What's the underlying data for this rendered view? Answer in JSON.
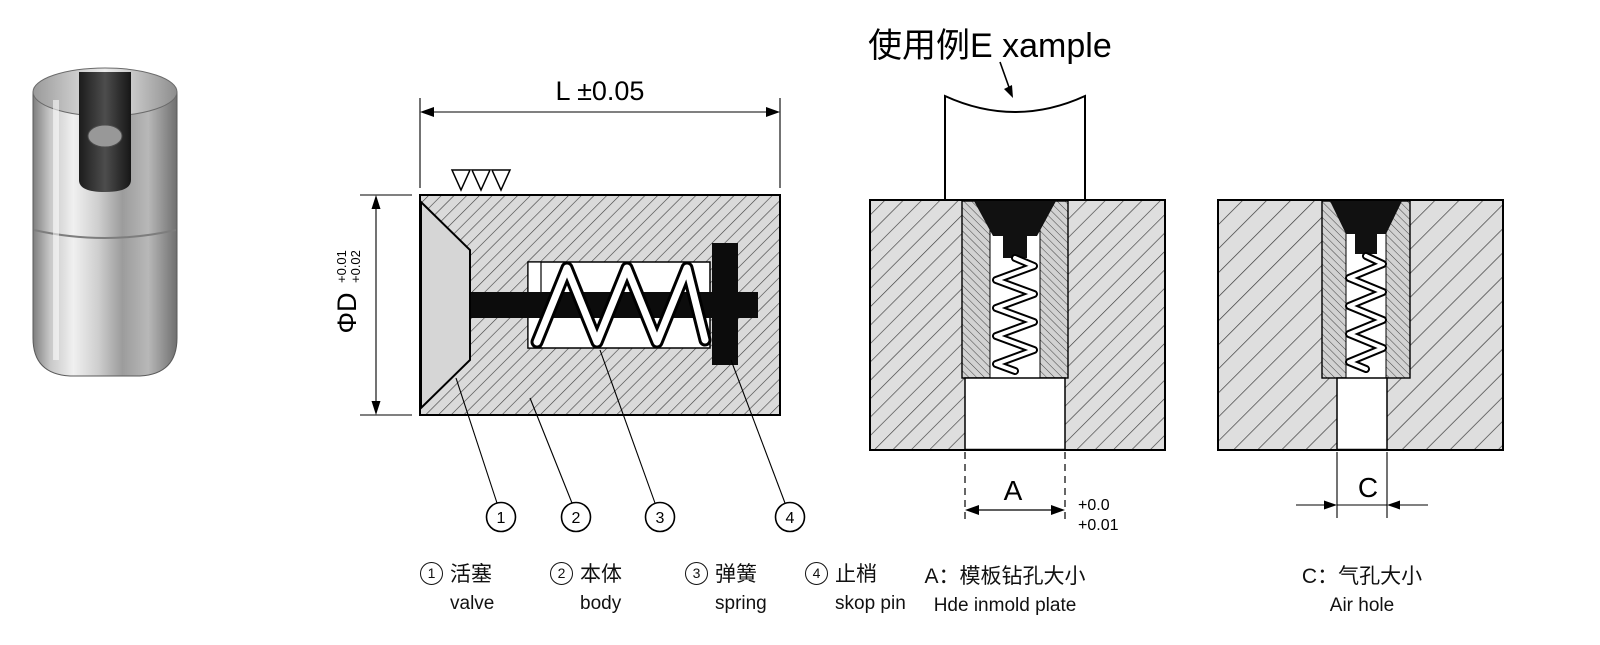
{
  "drawing": {
    "dim_length": "L ±0.05",
    "dim_dia": "ΦD",
    "dim_dia_tol_top": "+0.01",
    "dim_dia_tol_bot": "+0.02",
    "callouts": [
      {
        "num": "1",
        "zh": "活塞",
        "en": "valve"
      },
      {
        "num": "2",
        "zh": "本体",
        "en": "body"
      },
      {
        "num": "3",
        "zh": "弹簧",
        "en": "spring"
      },
      {
        "num": "4",
        "zh": "止梢",
        "en": "skop pin"
      }
    ]
  },
  "example": {
    "title": "使用例E xample",
    "dim_a": "A",
    "dim_a_tol_top": "+0.0",
    "dim_a_tol_bot": "+0.01",
    "caption_a_zh": "A：模板钻孔大小",
    "caption_a_en": "Hde inmold plate",
    "dim_c": "C",
    "caption_c_zh": "C：气孔大小",
    "caption_c_en": "Air hole"
  },
  "colors": {
    "line": "#000000",
    "hatch_fill": "#dadada",
    "metal_gray": "#b5b5b5"
  }
}
